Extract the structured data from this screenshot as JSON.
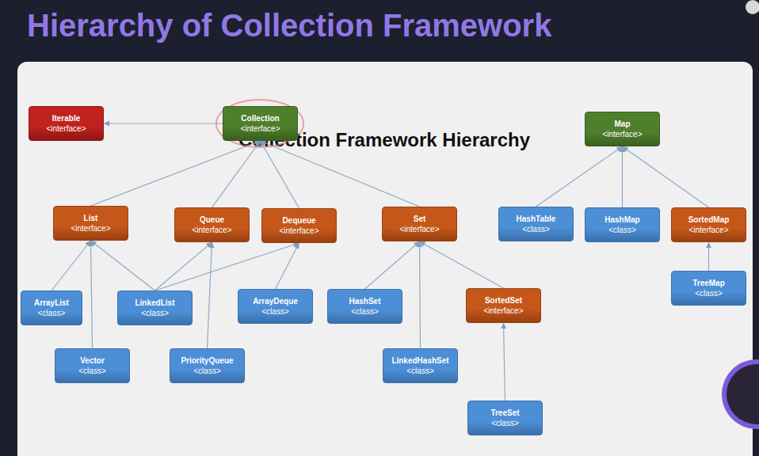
{
  "diagram": {
    "title": "Hierarchy of Collection Framework",
    "nodes": [
      {
        "text": [
          "Iterable",
          "<interface>"
        ]
      },
      {
        "text": [
          "Collection",
          "<interface>"
        ]
      },
      {
        "text": [
          "Map",
          "<interface>"
        ]
      },
      {
        "text": [
          "List",
          "<interface>"
        ]
      },
      {
        "text": [
          "Queue",
          "<interface>"
        ]
      },
      {
        "text": [
          "Dequeue",
          "<interface>"
        ]
      },
      {
        "text": [
          "Set",
          "<interface>"
        ]
      },
      {
        "text": [
          "HashTable",
          "<class>"
        ]
      },
      {
        "text": [
          "HashMap",
          "<class>"
        ]
      },
      {
        "text": [
          "SortedMap",
          "<interface>"
        ]
      },
      {
        "text": [
          "TreeMap",
          "<class>"
        ]
      },
      {
        "text": [
          "ArrayList",
          "<class>"
        ]
      },
      {
        "text": [
          "LinkedList",
          "<class>"
        ]
      },
      {
        "text": [
          "ArrayDeque",
          "<class>"
        ]
      },
      {
        "text": [
          "HashSet",
          "<class>"
        ]
      },
      {
        "text": [
          "SortedSet",
          "<interface>"
        ]
      },
      {
        "text": [
          "Vector",
          "<class>"
        ]
      },
      {
        "text": [
          "PriorityQueue",
          "<class>"
        ]
      },
      {
        "text": [
          "LinkedHashSet",
          "<class>"
        ]
      },
      {
        "text": [
          "TreeSet",
          "<class>"
        ]
      }
    ],
    "edges": [
      {
        "from": 1,
        "to": 0,
        "arrow": "to"
      },
      {
        "from": 3,
        "to": 1,
        "arrow": "to"
      },
      {
        "from": 4,
        "to": 1,
        "arrow": "to"
      },
      {
        "from": 5,
        "to": 1,
        "arrow": "to"
      },
      {
        "from": 6,
        "to": 1,
        "arrow": "to"
      },
      {
        "from": 7,
        "to": 2,
        "arrow": "to"
      },
      {
        "from": 8,
        "to": 2,
        "arrow": "to"
      },
      {
        "from": 9,
        "to": 2,
        "arrow": "to"
      },
      {
        "from": 10,
        "to": 9,
        "arrow": "to"
      },
      {
        "from": 11,
        "to": 3,
        "arrow": "to"
      },
      {
        "from": 16,
        "to": 3,
        "arrow": "to"
      },
      {
        "from": 12,
        "to": 3,
        "arrow": "to"
      },
      {
        "from": 12,
        "to": 4,
        "arrow": "to"
      },
      {
        "from": 12,
        "to": 5,
        "arrow": "to"
      },
      {
        "from": 17,
        "to": 4,
        "arrow": "to"
      },
      {
        "from": 13,
        "to": 5,
        "arrow": "to"
      },
      {
        "from": 14,
        "to": 6,
        "arrow": "to"
      },
      {
        "from": 18,
        "to": 6,
        "arrow": "to"
      },
      {
        "from": 15,
        "to": 6,
        "arrow": "to"
      },
      {
        "from": 19,
        "to": 15,
        "arrow": "to"
      }
    ],
    "labels": [
      "Collection Framework Hierarchy"
    ]
  }
}
